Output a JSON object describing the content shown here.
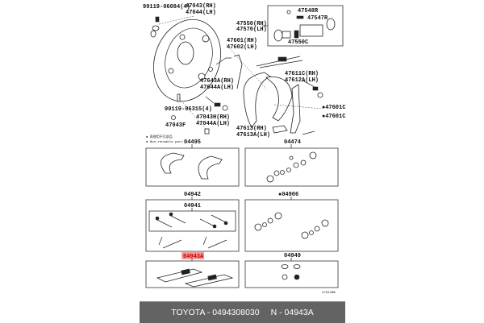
{
  "labels": {
    "bolt_top": "90119-06084(4)",
    "backing_rh": "47043(RH)",
    "backing_lh": "47044(LH)",
    "cyl_rh": "47550(RH)",
    "cyl_lh": "47570(LH)",
    "cyl_boot": "47548R",
    "cyl_spring": "47547R",
    "cyl_cup": "47550C",
    "lever_rh": "47601(RH)",
    "lever_lh": "47602(LH)",
    "adj_rh": "47611C(RH)",
    "adj_lh": "47612A(LH)",
    "strut_rh": "47643A(RH)",
    "strut_lh": "47644A(LH)",
    "clip1": "●47601C",
    "clip2": "●47601C",
    "bolt_bottom": "90119-06315(4)",
    "pin_rh": "47043H(RH)",
    "pin_lh": "47044A(LH)",
    "plug": "47043F",
    "shoe_rh": "47613(RH)",
    "shoe_lh": "47613A(LH)",
    "note_cn": "● 再使用不可部品",
    "note_en": "● Non-reusable part",
    "kit_04495": "04495",
    "kit_04474": "04474",
    "kit_04942": "04942",
    "kit_04906": "●04906",
    "kit_04941": "04941",
    "kit_04943a": "04943A",
    "kit_04949": "04949",
    "diagram_id": "47911BB"
  },
  "highlight_color": "#f08080",
  "footer": {
    "brand_part": "TOYOTA - 0494308030",
    "ref": "N - 04943A"
  }
}
